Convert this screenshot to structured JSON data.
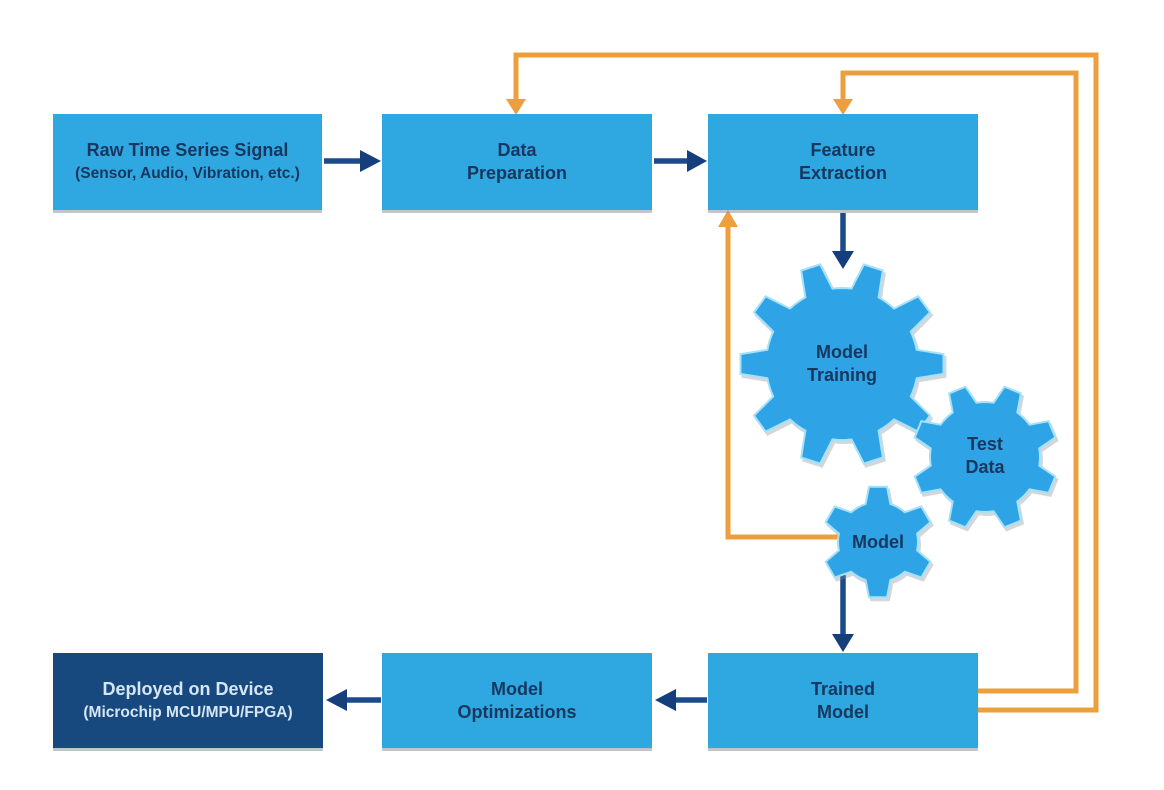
{
  "diagram": {
    "nodes": {
      "raw_signal": {
        "line1": "Raw Time Series Signal",
        "line2": "(Sensor, Audio, Vibration, etc.)"
      },
      "data_preparation": {
        "line1": "Data",
        "line2": "Preparation"
      },
      "feature_extraction": {
        "line1": "Feature",
        "line2": "Extraction"
      },
      "model_training_gear": {
        "line1": "Model",
        "line2": "Training"
      },
      "test_data_gear": {
        "line1": "Test",
        "line2": "Data"
      },
      "model_gear": {
        "line1": "Model"
      },
      "trained_model": {
        "line1": "Trained",
        "line2": "Model"
      },
      "model_optimizations": {
        "line1": "Model",
        "line2": "Optimizations"
      },
      "deployed_device": {
        "line1": "Deployed on Device",
        "line2": "(Microchip MCU/MPU/FPGA)"
      }
    },
    "colors": {
      "background": "#FFFFFF",
      "node_fill": "#2FA7E1",
      "node_text": "#17375E",
      "deployed_fill": "#17497F",
      "deployed_text": "#D6E6F5",
      "flow_arrow": "#1C4A8A",
      "flow_arrow_head": "#153E7D",
      "feedback_arrow": "#EE9F3D",
      "gear_fill": "#2EA4E6",
      "gear_edge": "#A5E1F8"
    }
  }
}
